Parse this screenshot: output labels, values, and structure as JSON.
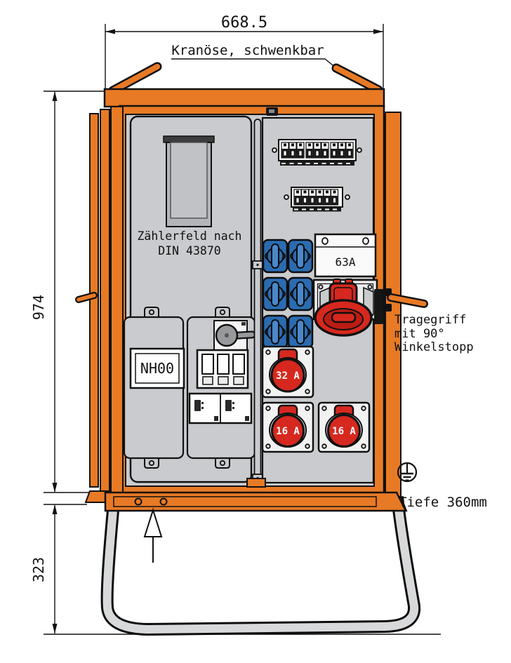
{
  "drawing": {
    "dim_width": "668.5",
    "dim_height": "974",
    "dim_stand": "323",
    "depth_note": "Tiefe 360mm",
    "crane_note": "Kranöse, schwenkbar",
    "meter_note_1": "Zählerfeld nach",
    "meter_note_2": "DIN 43870",
    "handle_note_1": "Tragegriff",
    "handle_note_2": "mit 90°",
    "handle_note_3": "Winkelstopp"
  },
  "components": {
    "nh_fuse_label": "NH00",
    "main_breaker_label": "63A",
    "cee_socket_32a_label": "32 A",
    "cee_socket_16a_left_label": "16 A",
    "cee_socket_16a_right_label": "16 A",
    "blue_socket_count": 6,
    "mcb_poles_row1": 9,
    "mcb_poles_row2": 6
  },
  "colors": {
    "cabinet_orange": "#E87A25",
    "panel_grey": "#C9CBCE",
    "socket_blue": "#2B6BB0",
    "socket_red": "#D7281F",
    "stand_grey": "#D8D9DA",
    "line": "#111111"
  },
  "icons": {
    "earth": "protective-earth-icon",
    "direction": "up-arrow-icon"
  }
}
